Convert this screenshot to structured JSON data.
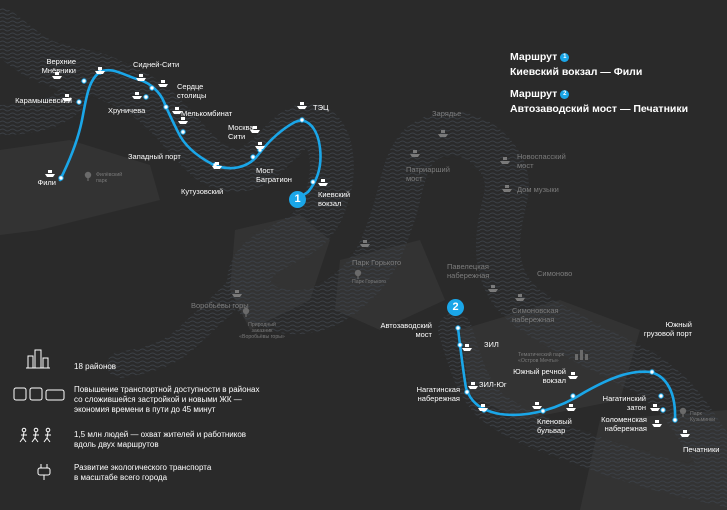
{
  "colors": {
    "background": "#2a2a2a",
    "land_block": "#353535",
    "river_texture": "#353a40",
    "route": "#1aa6e8",
    "label": "#ffffff",
    "secondary_label": "#7c7c7c"
  },
  "legend": {
    "route1_prefix": "Маршрут",
    "route1_number": "1",
    "route1_name": "Киевский вокзал — Фили",
    "route2_prefix": "Маршрут",
    "route2_number": "2",
    "route2_name": "Автозаводский мост — Печатники"
  },
  "route_markers": {
    "route1": "1",
    "route2": "2"
  },
  "route1_stops": {
    "verkhnie": "Верхние\nМнёвники",
    "karamyshevsky": "Карамышевский",
    "fili": "Фили",
    "sidney": "Сидней-Сити",
    "serdce": "Сердце\nстолицы",
    "khrunicheva": "Хруничева",
    "melkombinat": "Мелькомбинат",
    "zapadny": "Западный порт",
    "moskva_siti": "Москва-\nСити",
    "tec": "ТЭЦ",
    "most_bagration": "Мост\nБагратион",
    "kutuzovsky": "Кутузовский",
    "kievsky": "Киевский\nвокзал"
  },
  "route2_stops": {
    "avtozavodsky": "Автозаводский\nмост",
    "zil": "ЗИЛ",
    "zil_yug": "ЗИЛ-Юг",
    "nagatinskaya": "Нагатинская\nнабережная",
    "klenovy": "Кленовый\nбульвар",
    "yuzhny_rechnoy": "Южный речной\nвокзал",
    "nagatinsky_zaton": "Нагатинский\nзатон",
    "kolomenskaya": "Коломенская\nнабережная",
    "yuzhny_gruzovoy": "Южный\nгрузовой порт",
    "pechatniki": "Печатники"
  },
  "other_piers": {
    "zaryadye": "Зарядье",
    "novospassky": "Новоспасский\nмост",
    "patriarshy": "Патриарший\nмост",
    "dom_muzyki": "Дом музыки",
    "park_gorkogo": "Парк Горького",
    "paveletskaya": "Павелецкая\nнабережная",
    "simonovo": "Симоново",
    "simonovskaya": "Симоновская\nнабережная",
    "vorobyovy": "Воробьёвы горы"
  },
  "park_labels": {
    "filevsky": "Филёвский\nпарк",
    "gorky_small": "Парк Горького",
    "vorobyovy_zakaznik": "Природный\nзаказник\n«Воробьёвы горы»",
    "ostrov_mechty": "Тематический парк\n«Остров Мечты»",
    "park_right": "Парк\nКузьминки"
  },
  "facts": {
    "districts": "18 районов",
    "accessibility": "Повышение транспортной доступности в районах\nсо сложившейся застройкой и новыми ЖК —\nэкономия времени в пути до 45 минут",
    "people": "1,5 млн людей — охват жителей и работников\nвдоль двух маршрутов",
    "eco": "Развитие экологического транспорта\nв масштабе всего города"
  },
  "icons": {
    "districts": "city-buildings-icon",
    "accessibility": "transport-vehicles-icon",
    "people": "walking-people-icon",
    "eco": "electric-plug-icon",
    "pier": "boat-icon",
    "park": "tree-icon"
  }
}
